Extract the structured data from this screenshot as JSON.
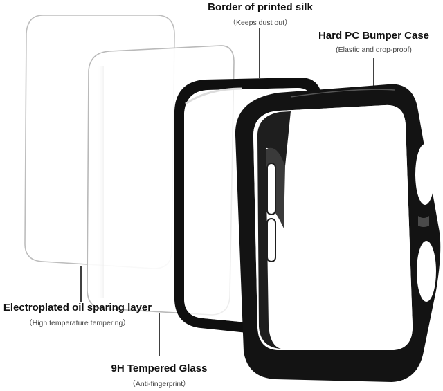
{
  "callouts": [
    {
      "id": "border",
      "title": "Border of printed silk",
      "subtitle": "（Keeps dust out）"
    },
    {
      "id": "bumper",
      "title": "Hard PC Bumper Case",
      "subtitle": "(Elastic and drop-proof)"
    },
    {
      "id": "electro",
      "title": "Electroplated oil sparing layer",
      "subtitle": "（High temperature tempering）"
    },
    {
      "id": "glass",
      "title": "9H Tempered Glass",
      "subtitle": "（Anti-fingerprint）"
    }
  ],
  "colors": {
    "case": "#131313",
    "frame": "#0f0f0f",
    "glass_edge": "#b9b9b9",
    "leader": "#111111"
  }
}
